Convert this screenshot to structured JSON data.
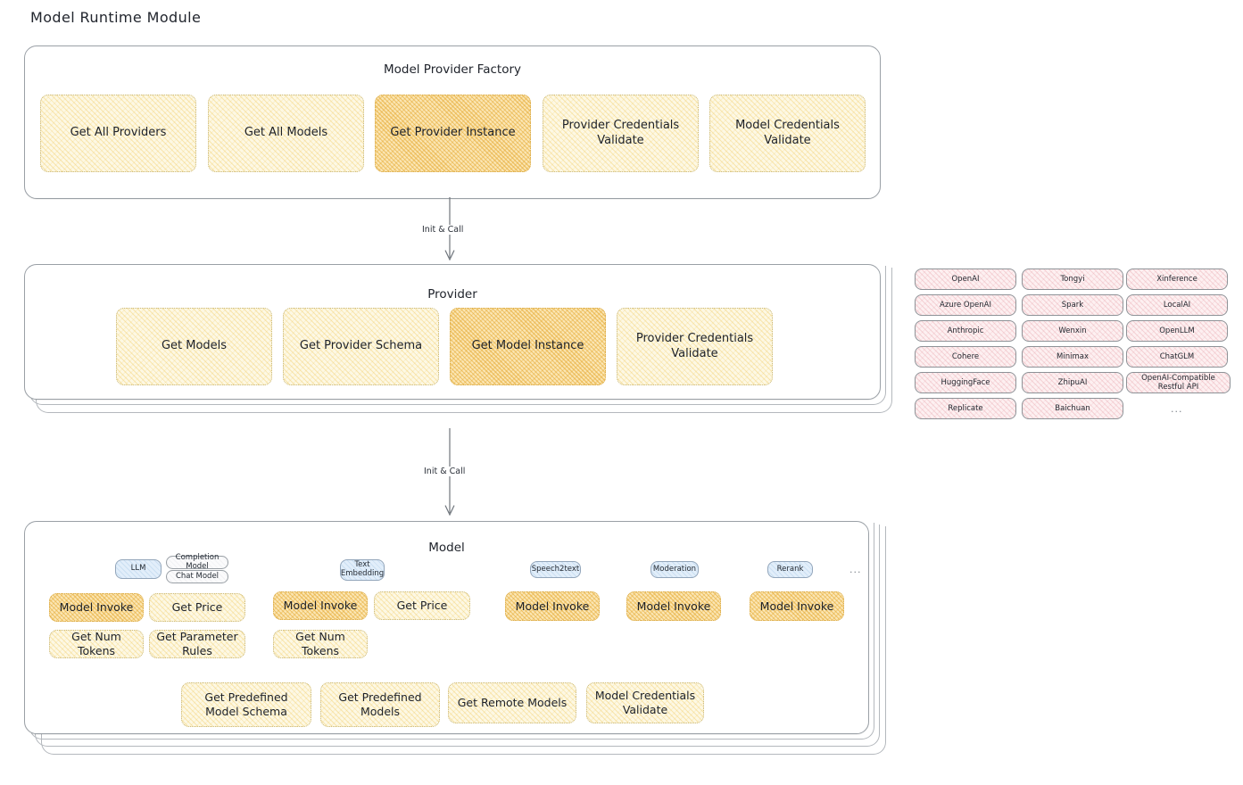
{
  "page": {
    "title": "Model Runtime Module"
  },
  "factory": {
    "title": "Model Provider Factory",
    "methods": [
      {
        "label": "Get All Providers",
        "highlight": false
      },
      {
        "label": "Get All Models",
        "highlight": false
      },
      {
        "label": "Get Provider Instance",
        "highlight": true
      },
      {
        "label": "Provider Credentials Validate",
        "highlight": false
      },
      {
        "label": "Model Credentials Validate",
        "highlight": false
      }
    ]
  },
  "arrows": [
    {
      "label": "Init & Call"
    },
    {
      "label": "Init & Call"
    }
  ],
  "provider": {
    "title": "Provider",
    "methods": [
      {
        "label": "Get Models",
        "highlight": false
      },
      {
        "label": "Get Provider Schema",
        "highlight": false
      },
      {
        "label": "Get Model Instance",
        "highlight": true
      },
      {
        "label": "Provider Credentials Validate",
        "highlight": false
      }
    ]
  },
  "provider_list": {
    "columns": [
      [
        "OpenAI",
        "Azure OpenAI",
        "Anthropic",
        "Cohere",
        "HuggingFace",
        "Replicate"
      ],
      [
        "Tongyi",
        "Spark",
        "Wenxin",
        "Minimax",
        "ZhipuAI",
        "Baichuan"
      ],
      [
        "Xinference",
        "LocalAI",
        "OpenLLM",
        "ChatGLM",
        "OpenAI-Compatible Restful API"
      ]
    ],
    "more": "..."
  },
  "model": {
    "title": "Model",
    "more": "...",
    "types": [
      {
        "name": "LLM",
        "sub_badges": [
          "Completion Model",
          "Chat Model"
        ],
        "methods": [
          {
            "label": "Model Invoke",
            "highlight": true
          },
          {
            "label": "Get Price",
            "highlight": false
          },
          {
            "label": "Get Num Tokens",
            "highlight": false
          },
          {
            "label": "Get Parameter Rules",
            "highlight": false
          }
        ]
      },
      {
        "name": "Text Embedding",
        "sub_badges": [],
        "methods": [
          {
            "label": "Model Invoke",
            "highlight": true
          },
          {
            "label": "Get Price",
            "highlight": false
          },
          {
            "label": "Get Num Tokens",
            "highlight": false
          }
        ]
      },
      {
        "name": "Speech2text",
        "sub_badges": [],
        "methods": [
          {
            "label": "Model Invoke",
            "highlight": true
          }
        ]
      },
      {
        "name": "Moderation",
        "sub_badges": [],
        "methods": [
          {
            "label": "Model Invoke",
            "highlight": true
          }
        ]
      },
      {
        "name": "Rerank",
        "sub_badges": [],
        "methods": [
          {
            "label": "Model Invoke",
            "highlight": true
          }
        ]
      }
    ],
    "shared_methods": [
      {
        "label": "Get Predefined Model Schema"
      },
      {
        "label": "Get Predefined Models"
      },
      {
        "label": "Get Remote Models"
      },
      {
        "label": "Model Credentials Validate"
      }
    ]
  },
  "colors": {
    "chip_fill": "#fdf8e4",
    "chip_highlight_fill": "#fbe6b4",
    "chip_border": "#c9b87a",
    "provider_pill_fill": "#fdf0f1",
    "badge_fill": "#e2eefa",
    "panel_border": "#9aa0a6",
    "text": "#1f2430"
  }
}
